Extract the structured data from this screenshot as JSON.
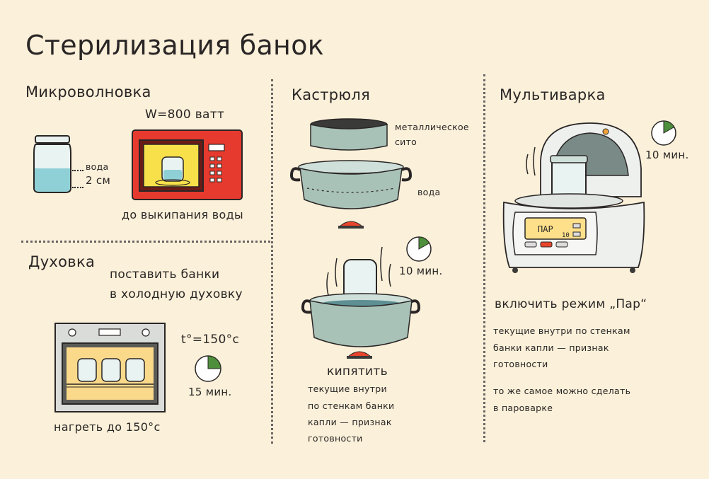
{
  "title": "Стерилизация банок",
  "microwave": {
    "heading": "Микроволновка",
    "power": "W=800 ватт",
    "water": "вода",
    "depth": "2 см",
    "caption": "до выкипания воды"
  },
  "oven": {
    "heading": "Духовка",
    "instruction_line1": "поставить банки",
    "instruction_line2": "в холодную духовку",
    "temperature": "t°=150°c",
    "time": "15 мин.",
    "caption": "нагреть до 150°c",
    "timer_fraction": 0.25
  },
  "pot": {
    "heading": "Кастрюля",
    "sieve_line1": "металлическое",
    "sieve_line2": "сито",
    "water": "вода",
    "time": "10 мин.",
    "boil": "кипятить",
    "note_line1": "текущие внутри",
    "note_line2": "по стенкам банки",
    "note_line3": "капли — признак",
    "note_line4": "готовности",
    "timer_fraction": 0.167
  },
  "multicooker": {
    "heading": "Мультиварка",
    "time": "10 мин.",
    "display": "ПАР",
    "display_num": "10",
    "mode": "включить режим „Пар“",
    "note_line1": "текущие внутри по стенкам",
    "note_line2": "банки капли — признак",
    "note_line3": "готовности",
    "alt_line1": "то же самое можно сделать",
    "alt_line2": "в пароварке",
    "timer_fraction": 0.167
  },
  "colors": {
    "background": "#fbf0d9",
    "ink": "#2a2626",
    "water": "#8fd0d6",
    "microwave_red": "#e63a2e",
    "microwave_door": "#f8e04a",
    "pot_green": "#a9c2b8",
    "timer_green": "#4d8f3a",
    "flame_red": "#e8452c"
  }
}
